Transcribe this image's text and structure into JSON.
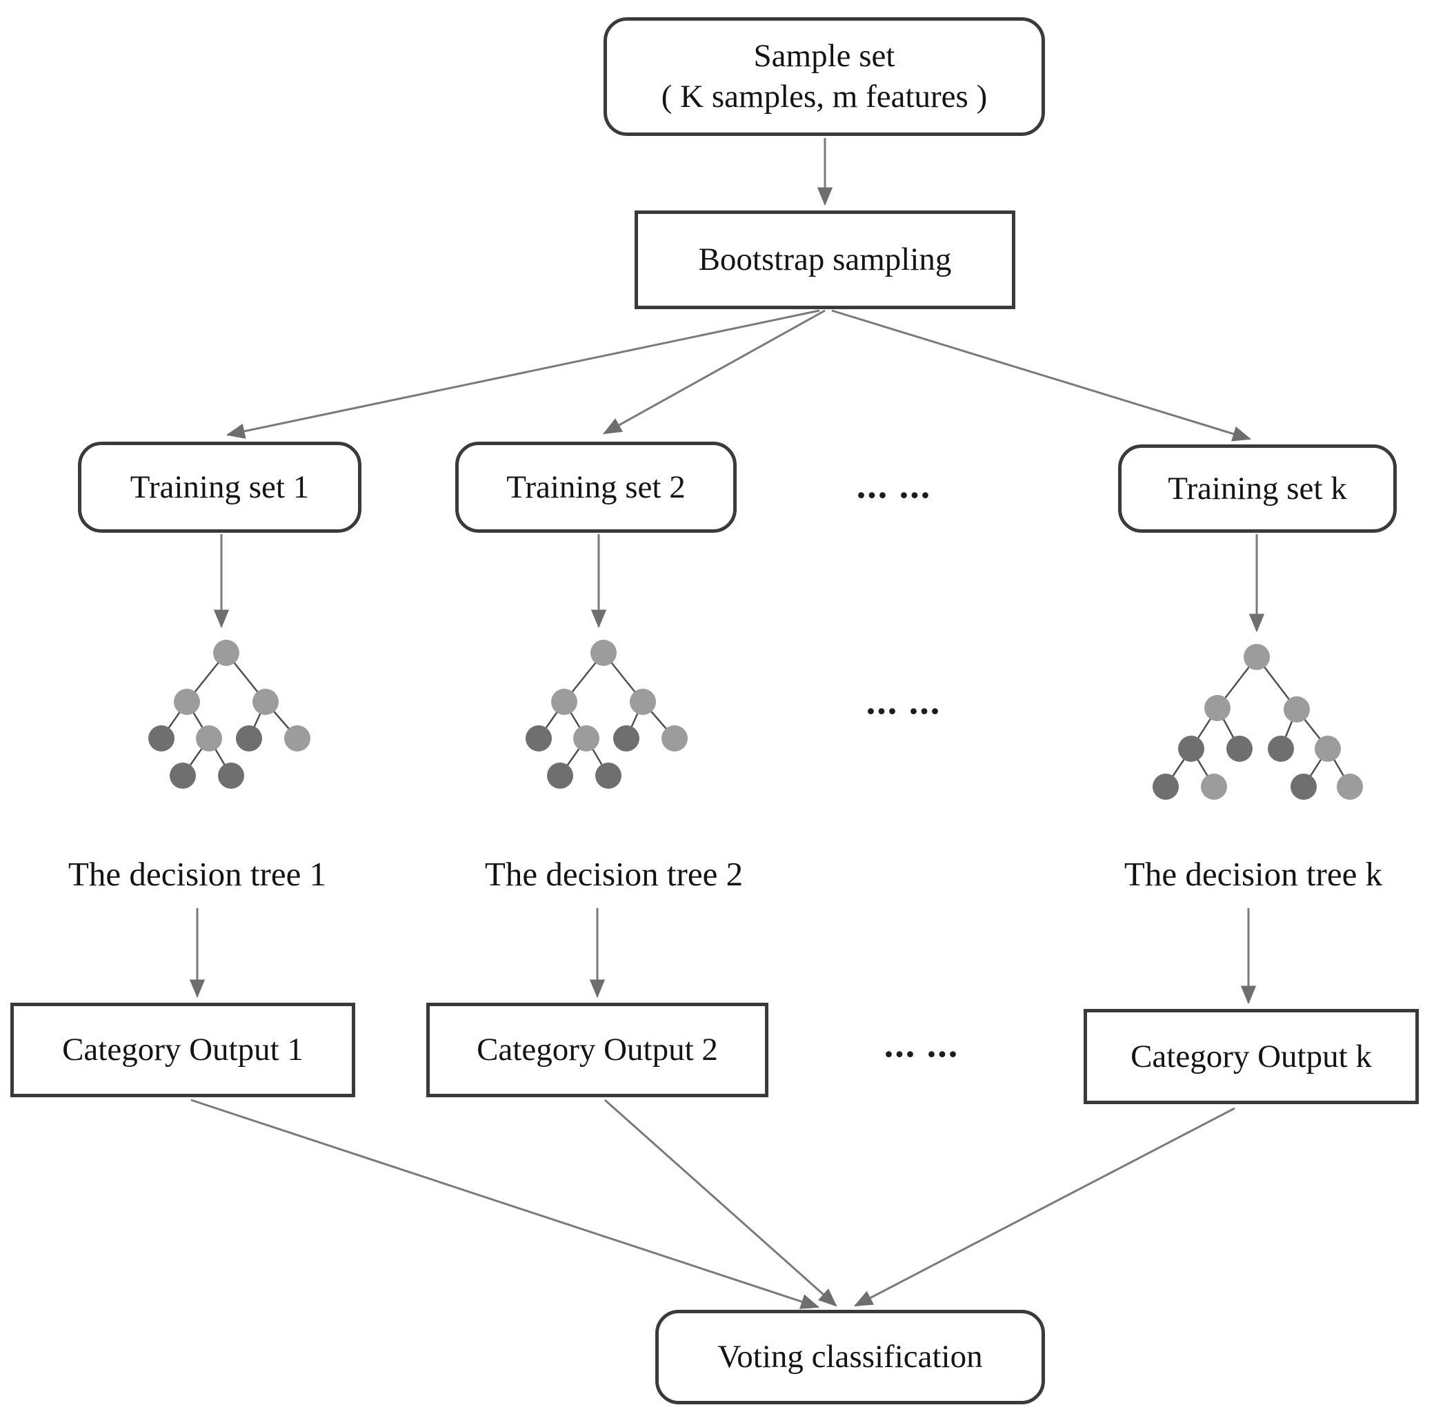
{
  "nodes": {
    "sample_set_line1": "Sample set",
    "sample_set_line2": "( K samples, m features )",
    "bootstrap": "Bootstrap sampling",
    "training_set_1": "Training set 1",
    "training_set_2": "Training set 2",
    "training_set_k": "Training set k",
    "ellipsis": "... ...",
    "tree_label_1": "The decision tree 1",
    "tree_label_2": "The decision tree 2",
    "tree_label_k": "The decision tree k",
    "category_output_1": "Category Output 1",
    "category_output_2": "Category Output 2",
    "category_output_k": "Category Output k",
    "voting": "Voting classification"
  },
  "colors": {
    "box_border": "#3a3a3a",
    "text": "#141414",
    "arrow": "#7a7a7a",
    "tree_edge": "#4f4f4f",
    "tree_node_medium": "#9c9c9c",
    "tree_node_dark": "#6f6f6f",
    "background": "#ffffff"
  }
}
